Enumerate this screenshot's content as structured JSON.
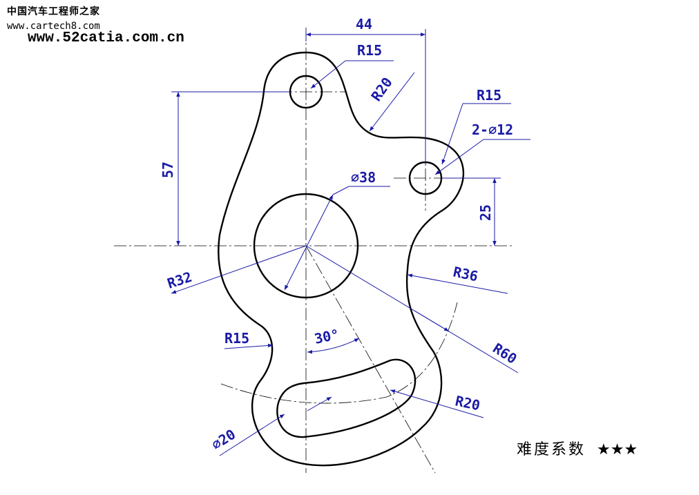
{
  "watermark": {
    "site_cn": "中国汽车工程师之家",
    "site_url": "www.cartech8.com",
    "catia_url": "www.52catia.com.cn"
  },
  "dimensions": {
    "d44": "44",
    "r15_top": "R15",
    "r20_top": "R20",
    "r15_right": "R15",
    "holes": "2-∅12",
    "d38": "∅38",
    "d57": "57",
    "d25": "25",
    "r32": "R32",
    "r36": "R36",
    "r60": "R60",
    "r15_left": "R15",
    "ang30": "30°",
    "r20_bottom": "R20",
    "slot20": "∅20"
  },
  "difficulty": {
    "label": "难度系数",
    "stars": "★★★"
  },
  "colors": {
    "outline": "#000000",
    "dimension": "#1a1aa6"
  }
}
